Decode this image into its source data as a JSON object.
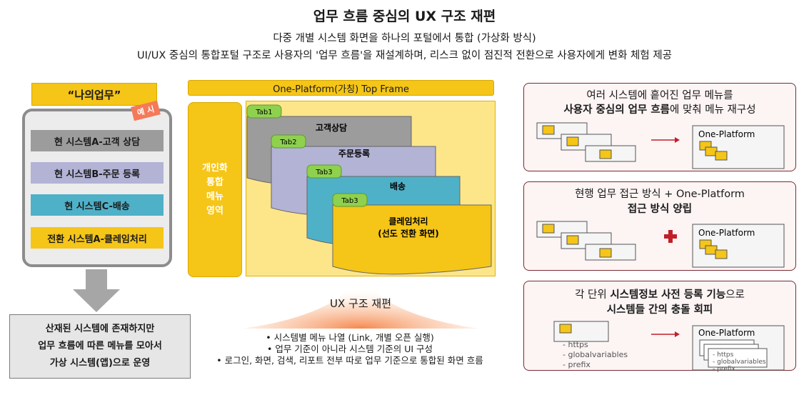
{
  "header": {
    "title": "업무 흐름 중심의 UX 구조 재편",
    "subtitle_1": "다중 개별 시스템 화면을 하나의 포털에서 통합 (가상화 방식)",
    "subtitle_2": "UI/UX 중심의 통합포털 구조로 사용자의 '업무 흐름'을 재설계하며, 리스크 없이 점진적 전환으로 사용자에게 변화 체험 제공"
  },
  "left": {
    "my_work_label": "“나의업무”",
    "example_tag": "예 시",
    "systems": [
      "현 시스템A-고객 상담",
      "현 시스템B-주문 등록",
      "현 시스템C-배송",
      "전환 시스템A-클레임처리"
    ],
    "bottom_lines": [
      "산재된 시스템에 존재하지만",
      "업무 흐름에 따른 메뉴를 모아서",
      "가상 시스템(앱)으로 운영"
    ]
  },
  "middle": {
    "top_frame": "One-Platform(가칭) Top Frame",
    "side_menu_lines": [
      "개인화",
      "통합",
      "메뉴",
      "영역"
    ],
    "tabs": [
      {
        "tab": "Tab1",
        "title": "고객상담",
        "subtitle": ""
      },
      {
        "tab": "Tab2",
        "title": "주문등록",
        "subtitle": ""
      },
      {
        "tab": "Tab3",
        "title": "배송",
        "subtitle": ""
      },
      {
        "tab": "Tab3",
        "title": "클레임처리",
        "subtitle": "(선도 전환 화면)"
      }
    ],
    "ux_label": "UX 구조 재편",
    "bullets": [
      "• 시스템별 메뉴 나열 (Link, 개별 오픈 실행)",
      "• 업무 기준이 아니라 시스템 기준의 UI 구성",
      "• 로그인, 화면, 검색, 리포트 전부 따로 업무 기준으로 통합된 화면 흐름"
    ]
  },
  "right": {
    "panel1": {
      "line1": "여러 시스템에 흩어진 업무 메뉴를",
      "line2_bold": "사용자 중심의 업무 흐름",
      "line2_rest": "에 맞춰 메뉴 재구성",
      "platform": "One-Platform"
    },
    "panel2": {
      "line1": "현행 업무 접근 방식 + One-Platform",
      "line2_bold": "접근 방식 양립",
      "platform": "One-Platform"
    },
    "panel3": {
      "line1_pre": "각 단위 ",
      "line1_bold": "시스템정보 사전 등록 기능",
      "line1_post": "으로",
      "line2_bold": "시스템들 간의 충돌 회피",
      "platform": "One-Platform",
      "items": [
        "- https",
        "- globalvariables",
        "- prefix"
      ]
    }
  },
  "colors": {
    "accent_yellow": "#f5c518",
    "panel_border": "#7a2b33",
    "arrow_red": "#c0202a",
    "tab_green": "#8fd14f"
  }
}
